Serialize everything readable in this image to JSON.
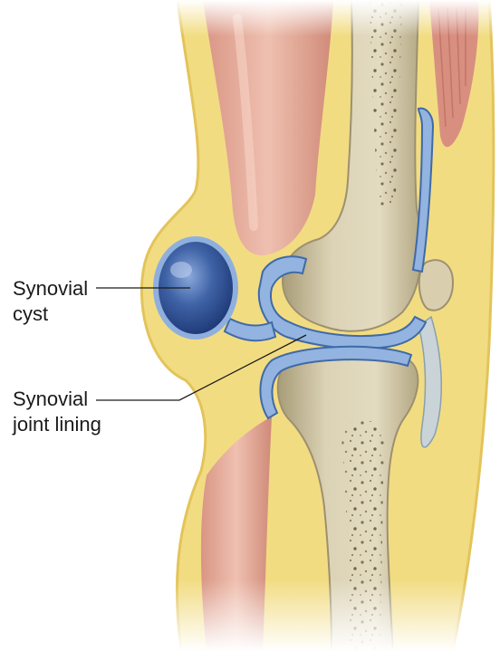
{
  "labels": {
    "cyst": {
      "line1": "Synovial",
      "line2": "cyst"
    },
    "lining": {
      "line1": "Synovial",
      "line2": "joint lining"
    }
  },
  "colors": {
    "skin_fat": "#f2dc82",
    "skin_edge": "#e9c85b",
    "muscle": "#e3a592",
    "muscle_dark": "#c9806f",
    "bone": "#d9d0b4",
    "bone_shadow": "#b7ab89",
    "bone_marrow": "#7d6e4d",
    "synovium": "#8fb0de",
    "synovium_edge": "#3f6aa8",
    "cyst_dark": "#1f3f7c",
    "cyst_light": "#7fa0d4",
    "leader": "#1a1a1a"
  }
}
